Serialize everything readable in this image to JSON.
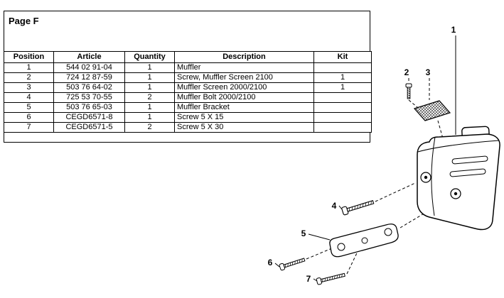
{
  "page": {
    "title": "Page F"
  },
  "table": {
    "headers": [
      "Position",
      "Article",
      "Quantity",
      "Description",
      "Kit"
    ],
    "rows": [
      {
        "position": "1",
        "article": "544 02 91-04",
        "quantity": "1",
        "description": "Muffler",
        "kit": ""
      },
      {
        "position": "2",
        "article": "724 12 87-59",
        "quantity": "1",
        "description": "Screw, Muffler Screen 2100",
        "kit": "1"
      },
      {
        "position": "3",
        "article": "503 76 64-02",
        "quantity": "1",
        "description": "Muffler Screen 2000/2100",
        "kit": "1"
      },
      {
        "position": "4",
        "article": "725 53 70-55",
        "quantity": "2",
        "description": "Muffler Bolt 2000/2100",
        "kit": ""
      },
      {
        "position": "5",
        "article": "503 76 65-03",
        "quantity": "1",
        "description": "Muffler Bracket",
        "kit": ""
      },
      {
        "position": "6",
        "article": "CEGD6571-8",
        "quantity": "1",
        "description": "Screw 5 X 15",
        "kit": ""
      },
      {
        "position": "7",
        "article": "CEGD6571-5",
        "quantity": "2",
        "description": "Screw 5 X 30",
        "kit": ""
      }
    ]
  },
  "diagram": {
    "callouts": [
      "1",
      "2",
      "3",
      "4",
      "5",
      "6",
      "7"
    ],
    "line_color": "#000000"
  }
}
